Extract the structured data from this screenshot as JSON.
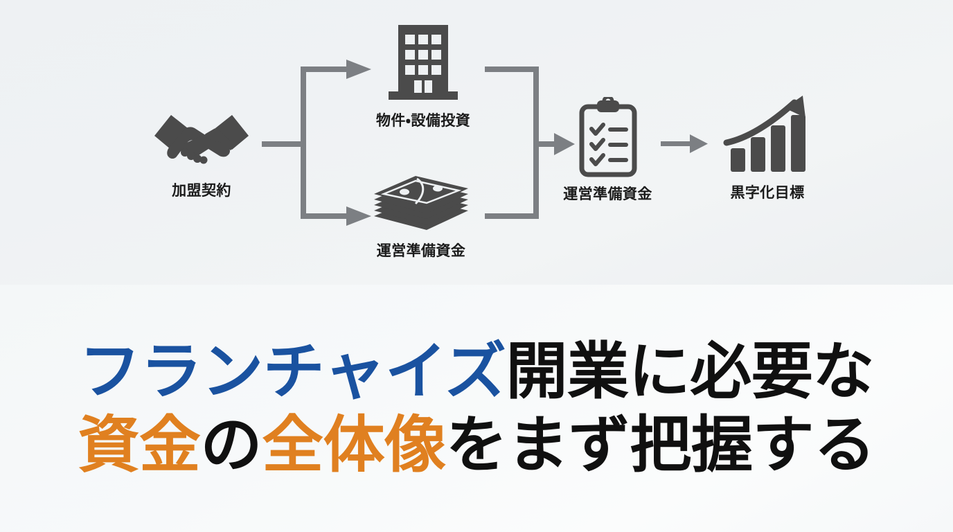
{
  "diagram": {
    "nodes": [
      {
        "id": "contract",
        "icon": "handshake-icon",
        "label": "加盟契約"
      },
      {
        "id": "property",
        "icon": "office-building-icon",
        "label": "物件・設備投資"
      },
      {
        "id": "working",
        "icon": "cash-stack-icon",
        "label": "運営準備資金"
      },
      {
        "id": "prep",
        "icon": "clipboard-checklist-icon",
        "label": "運営準備資金"
      },
      {
        "id": "profit",
        "icon": "growth-bar-chart-icon",
        "label": "黒字化目標"
      }
    ],
    "connector_color": "#7c7f83",
    "icon_color": "#4b4b4b"
  },
  "headline": {
    "line1": [
      {
        "text": "フランチャイズ",
        "color_role": "blue"
      },
      {
        "text": "開業に必要な",
        "color_role": "black"
      }
    ],
    "line2": [
      {
        "text": "資金",
        "color_role": "orange"
      },
      {
        "text": "の",
        "color_role": "black"
      },
      {
        "text": "全体像",
        "color_role": "orange"
      },
      {
        "text": "をまず把握する",
        "color_role": "black"
      }
    ],
    "colors": {
      "blue": "#1a52a0",
      "orange": "#e08020",
      "black": "#101010"
    }
  }
}
